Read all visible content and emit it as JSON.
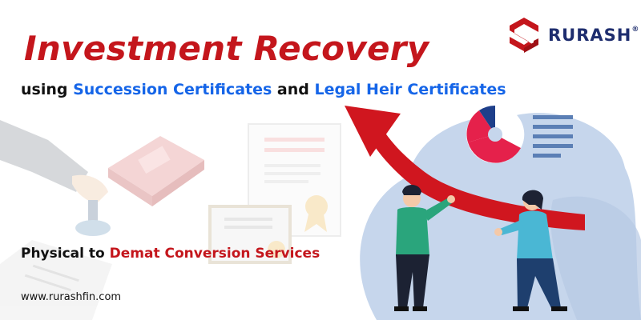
{
  "banner": {
    "headline": "Investment Recovery",
    "subheadline": {
      "prefix": "using",
      "highlight1": "Succession Certificates",
      "middle": "and",
      "highlight2": "Legal Heir Certificates"
    },
    "tagline": {
      "prefix": "Physical to",
      "highlight": "Demat Conversion Services"
    },
    "website": "www.rurashfin.com"
  },
  "logo": {
    "wordmark": "RURASH",
    "registered_mark": "®",
    "icon": "rurash-logo-icon"
  },
  "colors": {
    "brand_red": "#c4161c",
    "brand_blue": "#1565e8",
    "brand_navy": "#1e2d6e",
    "blob_blue": "#c6d6ec"
  },
  "icons": [
    "rurash-logo-icon",
    "growth-arrow-icon",
    "pie-chart-icon",
    "certificate-icon",
    "book-icon",
    "stamp-icon",
    "hand-icon"
  ]
}
